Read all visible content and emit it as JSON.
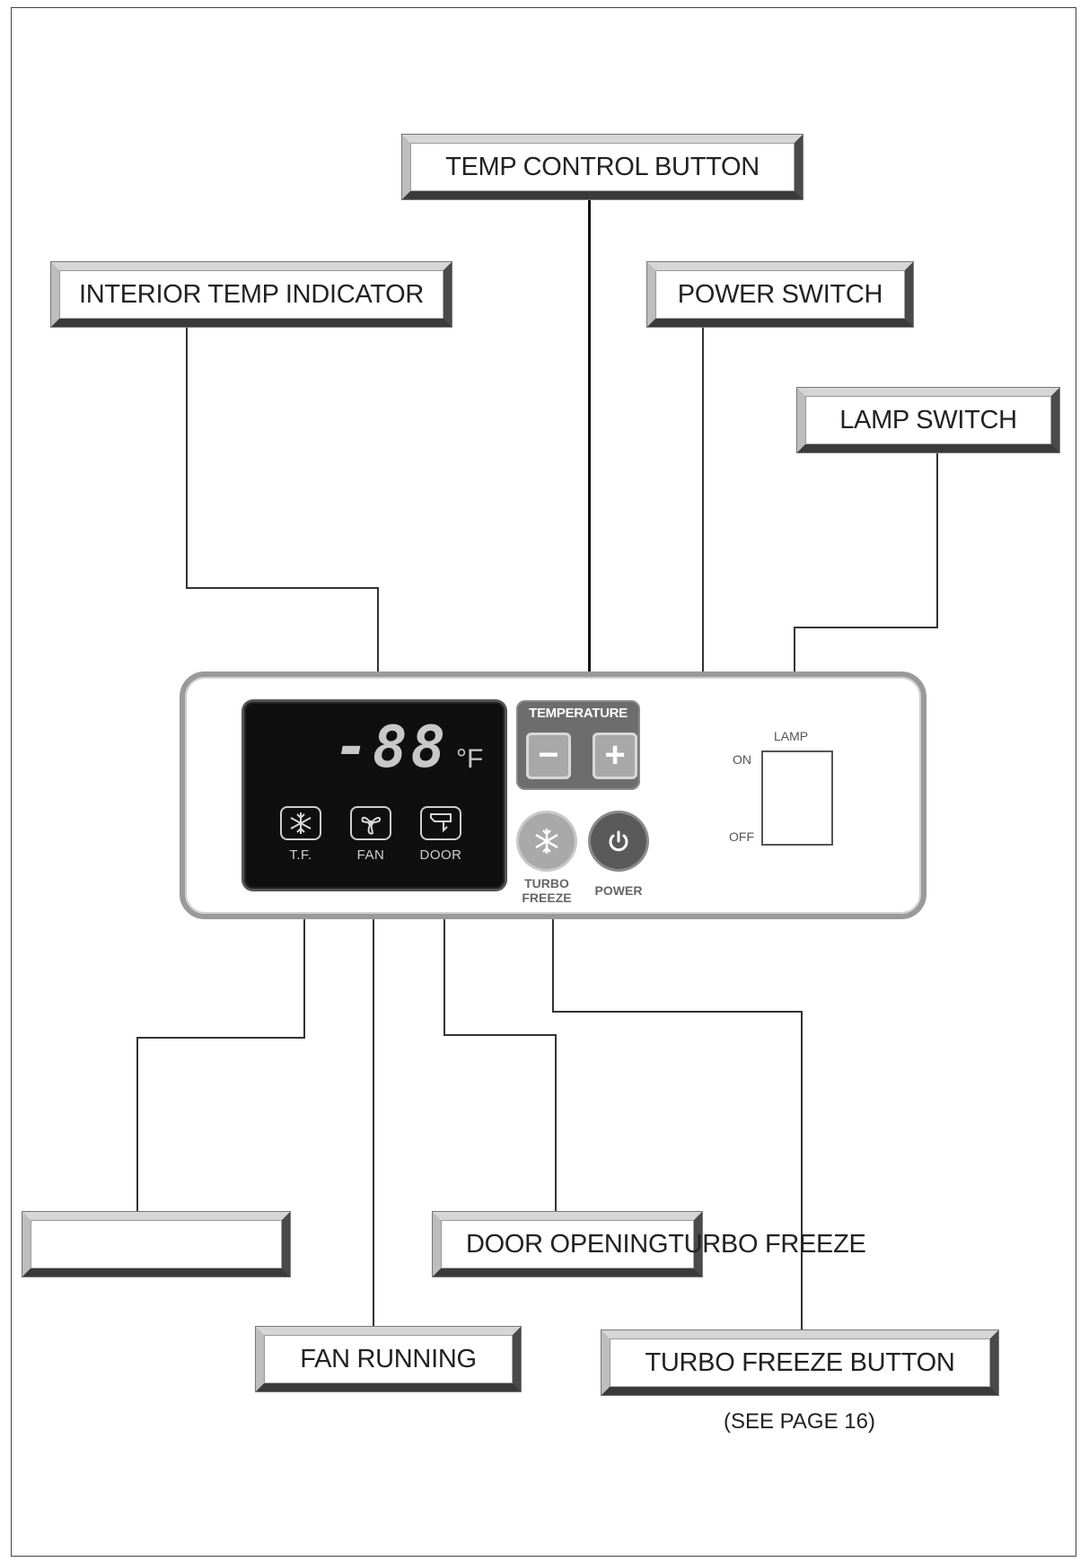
{
  "labels": {
    "temp_control_button": "TEMP CONTROL BUTTON",
    "interior_temp_indicator": "INTERIOR TEMP INDICATOR",
    "power_switch": "POWER SWITCH",
    "lamp_switch": "LAMP SWITCH",
    "door_opening": "DOOR OPENINGTURBO FREEZE",
    "fan_running": "FAN RUNNING",
    "turbo_freeze_button": "TURBO FREEZE BUTTON",
    "see_page": "(SEE PAGE 16)"
  },
  "panel": {
    "display_digits": "-88",
    "display_unit": "°F",
    "indicators": [
      {
        "label": "T.F.",
        "icon": "snowflake-icon"
      },
      {
        "label": "FAN",
        "icon": "fan-icon"
      },
      {
        "label": "DOOR",
        "icon": "door-icon"
      }
    ],
    "temperature_title": "TEMPERATURE",
    "minus": "−",
    "plus": "+",
    "turbo_caption_1": "TURBO",
    "turbo_caption_2": "FREEZE",
    "power_caption": "POWER",
    "lamp_title": "LAMP",
    "lamp_on": "ON",
    "lamp_off": "OFF"
  },
  "colors": {
    "display_bg": "#0f0f0f",
    "turbo_button": "#a9a9a9",
    "power_button": "#5a5a5a",
    "temperature_group": "#6d6d6d"
  }
}
